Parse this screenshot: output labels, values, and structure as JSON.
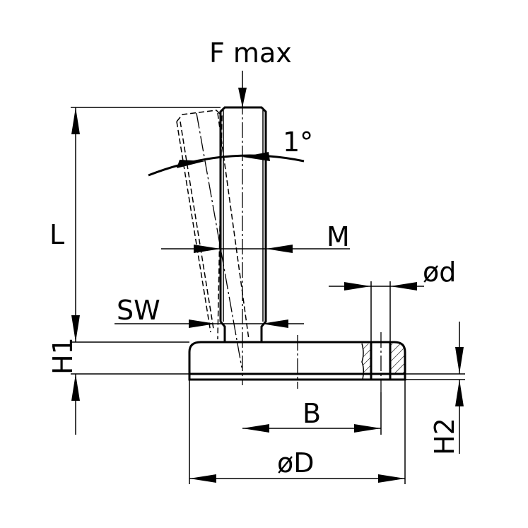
{
  "drawing": {
    "labels": {
      "force": "F max",
      "angle": "1°",
      "length": "L",
      "thread": "M",
      "hole_diameter": "ød",
      "wrench_size": "SW",
      "height_1": "H1",
      "height_2": "H2",
      "distance": "B",
      "base_diameter": "øD"
    },
    "colors": {
      "line": "#000000",
      "background": "#ffffff"
    }
  }
}
